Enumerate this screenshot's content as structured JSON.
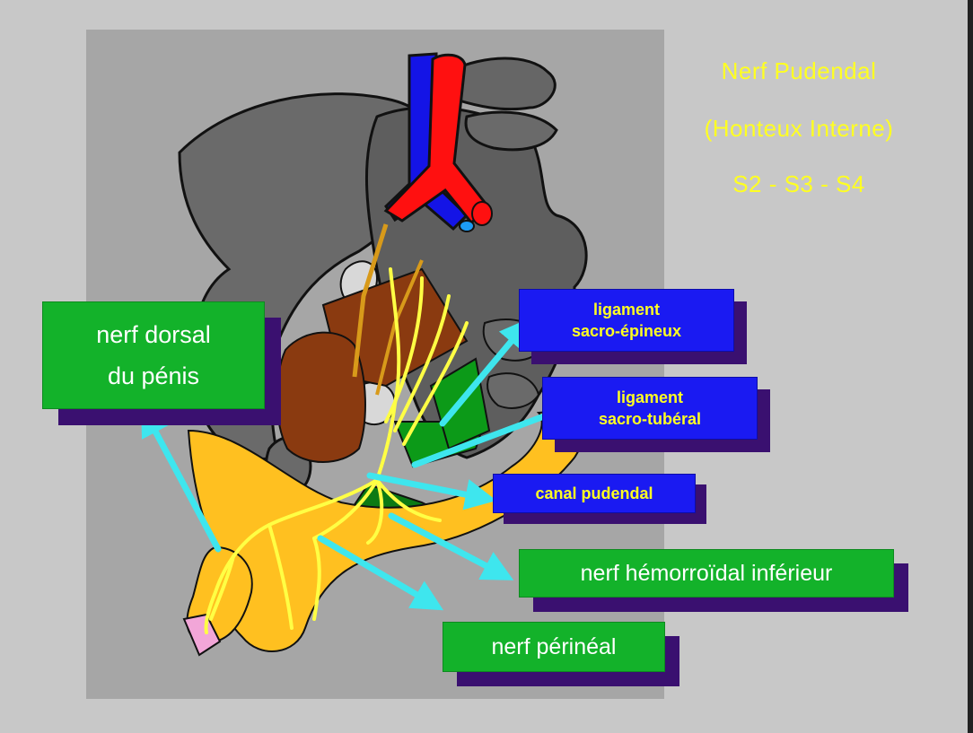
{
  "title": {
    "line1": "Nerf Pudendal",
    "line2": "(Honteux Interne)",
    "line3": "S2 - S3 - S4"
  },
  "labels": {
    "nerf_dorsal": {
      "line1": "nerf dorsal",
      "line2": "du pénis"
    },
    "lig_sacro_epineux": {
      "line1": "ligament",
      "line2": "sacro-épineux"
    },
    "lig_sacro_tuberal": {
      "line1": "ligament",
      "line2": "sacro-tubéral"
    },
    "canal_pudendal": "canal pudendal",
    "nerf_hemorroidal": "nerf hémorroïdal inférieur",
    "nerf_perineal": "nerf périnéal"
  },
  "colors": {
    "background": "#c8c8c8",
    "panel": "#a6a6a6",
    "bone": "#666666",
    "artery": "#ff1010",
    "vein": "#1414e6",
    "nerve": "#ffff44",
    "muscle": "#8a3a10",
    "ligament": "#0c9a18",
    "perineum": "#ffc020",
    "arrow": "#3ee6ee",
    "title": "#ffff22"
  }
}
